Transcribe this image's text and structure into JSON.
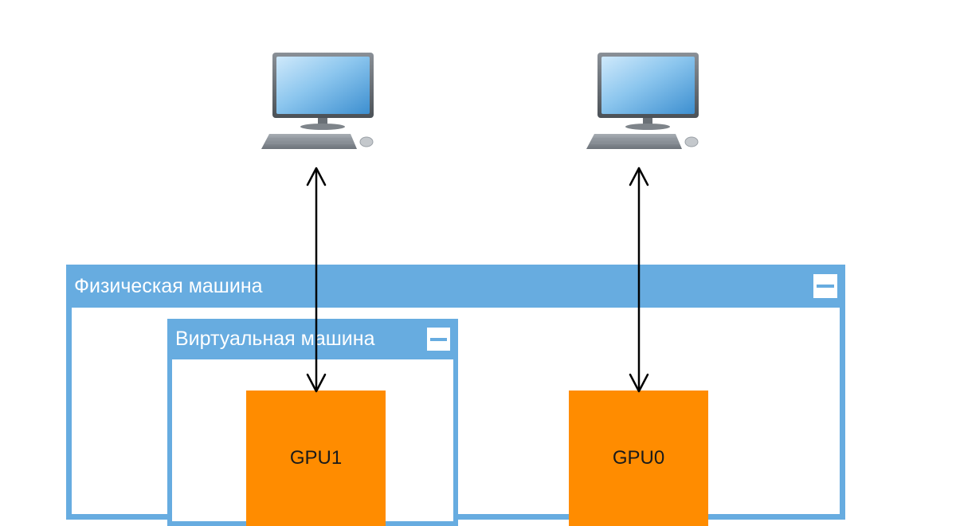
{
  "physical_machine": {
    "title": "Физическая машина"
  },
  "virtual_machine": {
    "title": "Виртуальная машина"
  },
  "gpus": [
    {
      "label": "GPU1"
    },
    {
      "label": "GPU0"
    }
  ],
  "colors": {
    "container": "#67ace0",
    "gpu": "#ff8c00",
    "arrow": "#000000"
  },
  "icons": [
    "computer-icon",
    "computer-icon",
    "collapse-icon",
    "collapse-icon"
  ]
}
